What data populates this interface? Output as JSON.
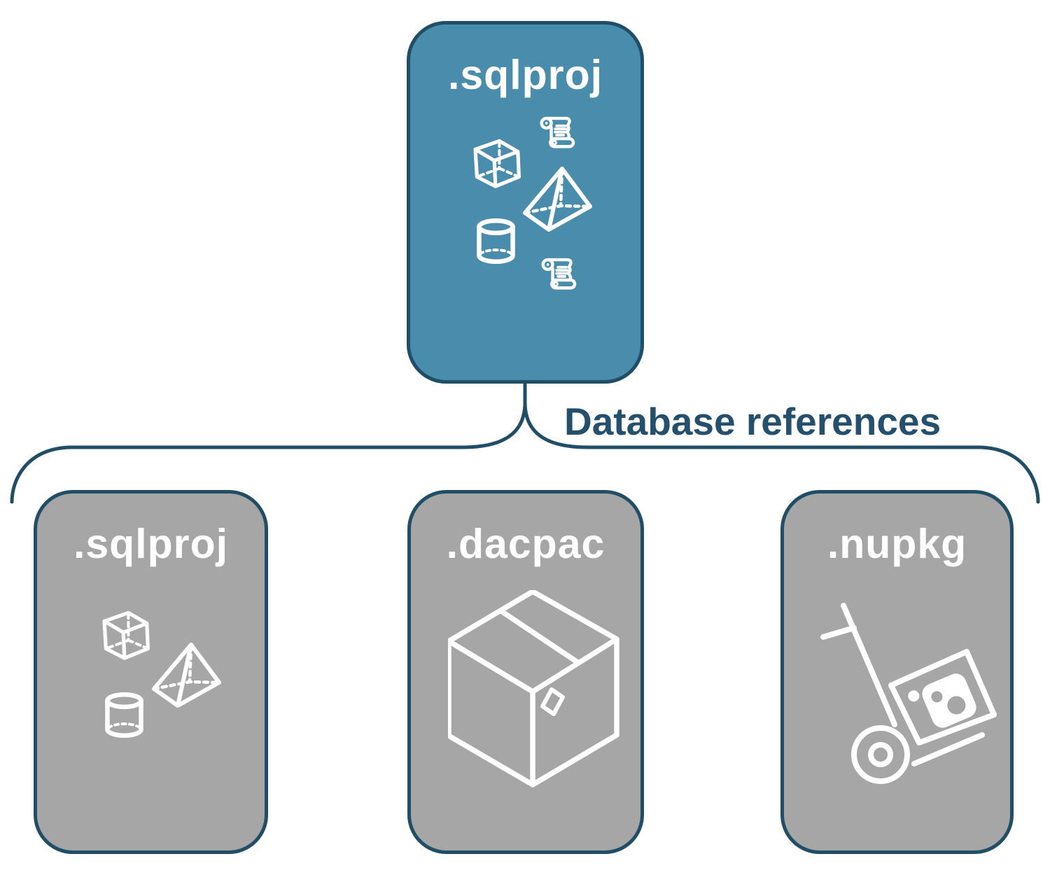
{
  "colors": {
    "background": "#FFFFFF",
    "card_blue_fill": "#4A8CAC",
    "card_gray_fill": "#A6A6A6",
    "card_border": "#1F4E66",
    "connector_line": "#1F4E66",
    "connector_text": "#24506E",
    "card_label_text": "#FFFFFF",
    "icon_stroke": "#FFFFFF"
  },
  "root_card": {
    "label": ".sqlproj",
    "icon": "sql-objects-with-scripts-icon"
  },
  "connector": {
    "label": "Database references"
  },
  "child_cards": [
    {
      "id": "sqlproj",
      "label": ".sqlproj",
      "icon": "sql-objects-icon"
    },
    {
      "id": "dacpac",
      "label": ".dacpac",
      "icon": "package-box-icon"
    },
    {
      "id": "nupkg",
      "label": ".nupkg",
      "icon": "hand-truck-package-icon"
    }
  ]
}
